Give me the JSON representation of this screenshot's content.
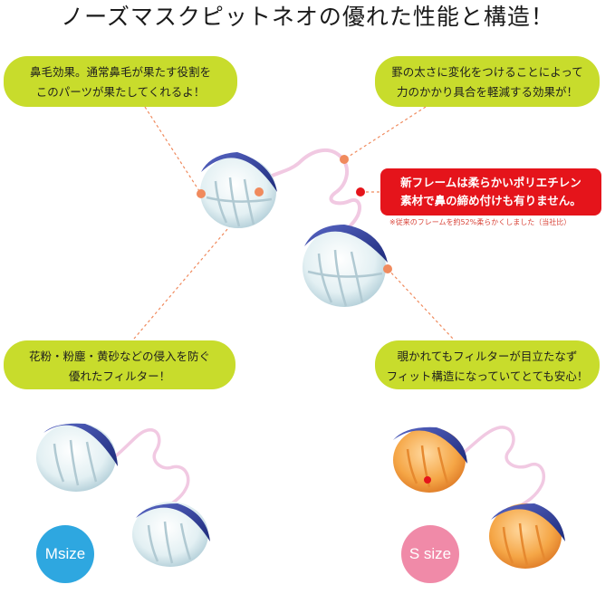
{
  "title": "ノーズマスクピットネオの優れた性能と構造！",
  "callouts": {
    "nose_hair": {
      "line1": "鼻毛効果。通常鼻毛が果たす役割を",
      "line2": "このパーツが果たしてくれるよ！"
    },
    "ridge": {
      "line1": "罫の太さに変化をつけることによって",
      "line2": "力のかかり具合を軽減する効果が！"
    },
    "filter": {
      "line1": "花粉・粉塵・黄砂などの侵入を防ぐ",
      "line2": "優れたフィルター！"
    },
    "fit": {
      "line1": "覗かれてもフィルターが目立たなず",
      "line2": "フィット構造になっていてとても安心！"
    }
  },
  "frame_notice": {
    "line1": "新フレームは柔らかいポリエチレン",
    "line2": "素材で鼻の締め付けも有りません。",
    "footnote": "※従来のフレームを約52%柔らかくしました（当社比）"
  },
  "badges": {
    "m": "Msize",
    "s": "S size"
  },
  "colors": {
    "callout_bg": "#c8dc2c",
    "notice_bg": "#e5141b",
    "m_badge": "#2ea7e0",
    "s_badge": "#f08aa8",
    "cap_blue": "#2a3f9a",
    "filter_white": "#e8f3f5",
    "filter_orange": "#f5a646",
    "frame_pink": "#f1c9e2",
    "leader_orange": "#f08a5d"
  }
}
